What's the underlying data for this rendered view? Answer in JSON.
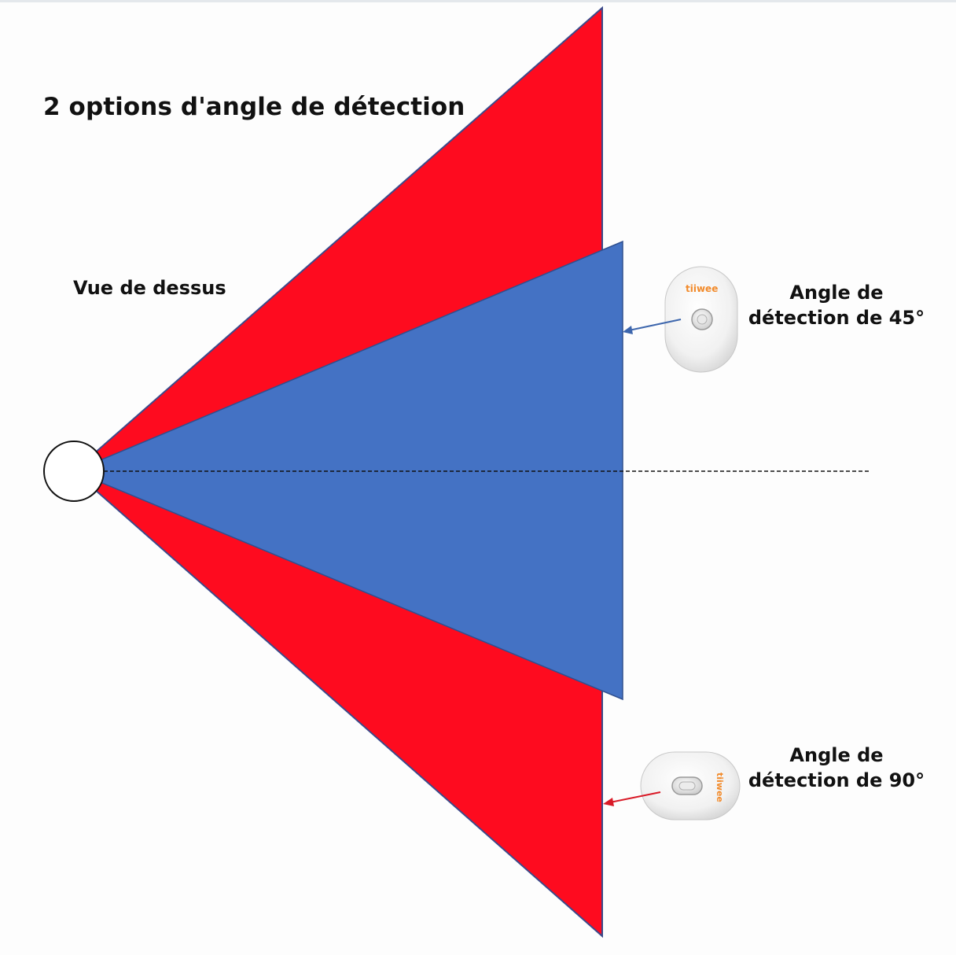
{
  "title": "2 options d'angle de détection",
  "view_label": "Vue de dessus",
  "options": [
    {
      "line1": "Angle de",
      "line2": "détection de 45°",
      "color": "#4472c4"
    },
    {
      "line1": "Angle de",
      "line2": "détection de 90°",
      "color": "#fe0b1f"
    }
  ],
  "brand": "tiiwee"
}
